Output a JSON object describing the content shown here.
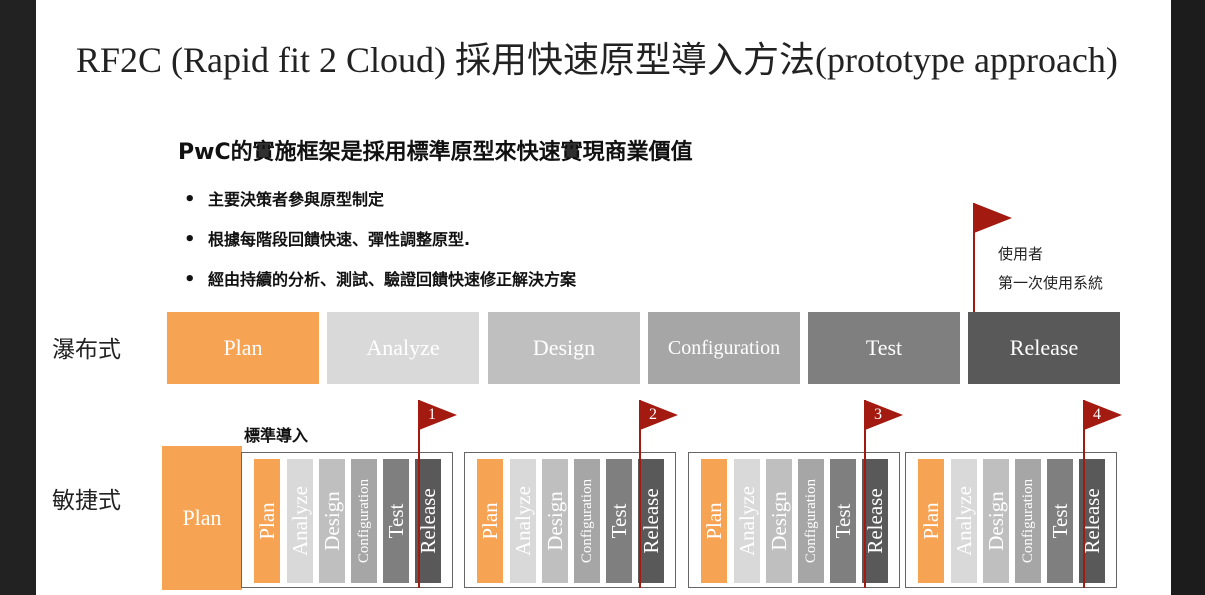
{
  "title": "RF2C (Rapid fit 2 Cloud) 採用快速原型導入方法(prototype approach)",
  "subtitle": "PwC的實施框架是採用標準原型來快速實現商業價值",
  "bullets": [
    "主要決策者參與原型制定",
    "根據每階段回饋快速、彈性調整原型.",
    "經由持續的分析、測試、驗證回饋快速修正解決方案"
  ],
  "bullet_symbol": "•",
  "user_label": [
    "使用者",
    "第一次使用系統"
  ],
  "waterfall": {
    "label": "瀑布式",
    "phases": [
      "Plan",
      "Analyze",
      "Design",
      "Configuration",
      "Test",
      "Release"
    ]
  },
  "agile": {
    "label": "敏捷式",
    "plan": "Plan",
    "standard_label": "標準導入",
    "groups": [
      {
        "flag": "1",
        "phases": [
          "Plan",
          "Analyze",
          "Design",
          "Configuration",
          "Test",
          "Release"
        ]
      },
      {
        "flag": "2",
        "phases": [
          "Plan",
          "Analyze",
          "Design",
          "Configuration",
          "Test",
          "Release"
        ]
      },
      {
        "flag": "3",
        "phases": [
          "Plan",
          "Analyze",
          "Design",
          "Configuration",
          "Test",
          "Release"
        ]
      },
      {
        "flag": "4",
        "phases": [
          "Plan",
          "Analyze",
          "Design",
          "Configuration",
          "Test",
          "Release"
        ]
      }
    ]
  },
  "colors": {
    "plan": "#f7a354",
    "analyze": "#d9d9d9",
    "design": "#bfbfbf",
    "configuration": "#a6a6a6",
    "test": "#7f7f7f",
    "release": "#595959",
    "flag": "#a31a11"
  }
}
